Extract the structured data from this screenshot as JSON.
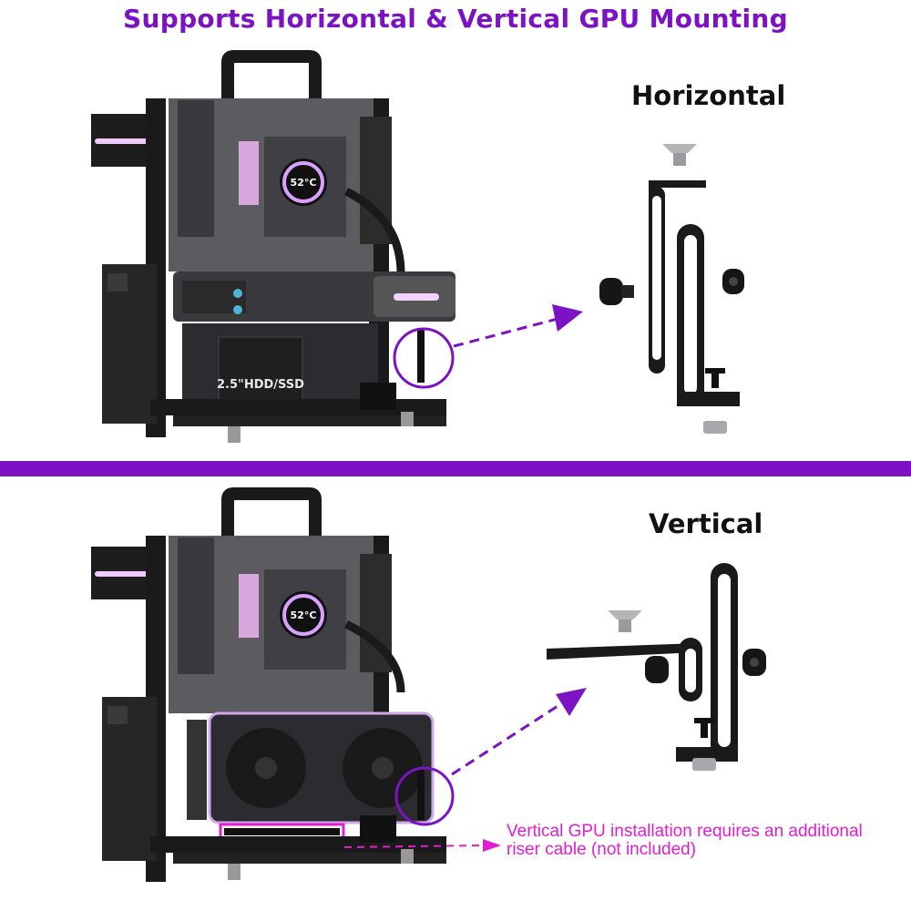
{
  "headline": "Supports Horizontal & Vertical GPU Mounting",
  "sections": [
    {
      "label": "Horizontal",
      "temp_display": "52°C",
      "drive_label": "2.5\"HDD/SSD"
    },
    {
      "label": "Vertical",
      "temp_display": "52°C"
    }
  ],
  "note": {
    "line1": "Vertical GPU installation requires an additional",
    "line2": "riser cable (not included)"
  },
  "colors": {
    "accent": "#7b12c4",
    "headline": "#7b12c4",
    "note": "#e21fd0",
    "frame": "#1a1a1a",
    "metal": "#8c8c90"
  }
}
